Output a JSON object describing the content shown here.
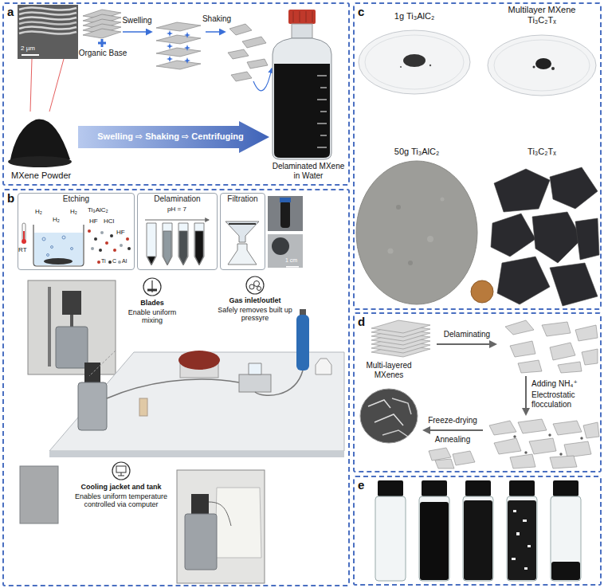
{
  "diagram": {
    "nodes": [
      {
        "text": [
          "a"
        ]
      },
      {
        "text": [
          "b"
        ]
      },
      {
        "text": [
          "Etching"
        ],
        "in": 1
      },
      {
        "text": [
          "Delamination"
        ],
        "in": 1
      },
      {
        "text": [
          "Filtration"
        ],
        "in": 1
      },
      {
        "text": [
          "c"
        ]
      },
      {
        "text": [
          "d"
        ]
      },
      {
        "text": [
          "e"
        ]
      }
    ],
    "labels": [
      "2 µm",
      "Organic Base",
      "Swelling",
      "Shaking",
      "MXene Powder",
      "Swelling ⇨ Shaking ⇨ Centrifuging",
      "Delaminated MXene in Water",
      "H₂",
      "H₂",
      "H₂",
      "Ti₃AlC₂",
      "HF",
      "HCl",
      "RT",
      "HF",
      "pH = 7",
      "1 cm",
      "Blades",
      "Enable uniform mixing",
      "Gas inlet/outlet",
      "Safely removes built up pressyre",
      "Cooling jacket and tank",
      "Enables uniform temperature controlled via computer",
      "1g Ti₃AlC₂",
      "Multilayer MXene Ti₃C₂Tₓ",
      "50g Ti₃AlC₂",
      "Ti₃C₂Tₓ",
      "Multi-layered MXenes",
      "Delaminating",
      "Adding NH₄⁺",
      "Electrostatic flocculation",
      "Freeze-drying",
      "Annealing"
    ],
    "legend": [
      {
        "text": "Ti",
        "color": "#c0392b"
      },
      {
        "text": "C",
        "color": "#333333"
      },
      {
        "text": "Al",
        "color": "#9aa4ad"
      }
    ]
  }
}
